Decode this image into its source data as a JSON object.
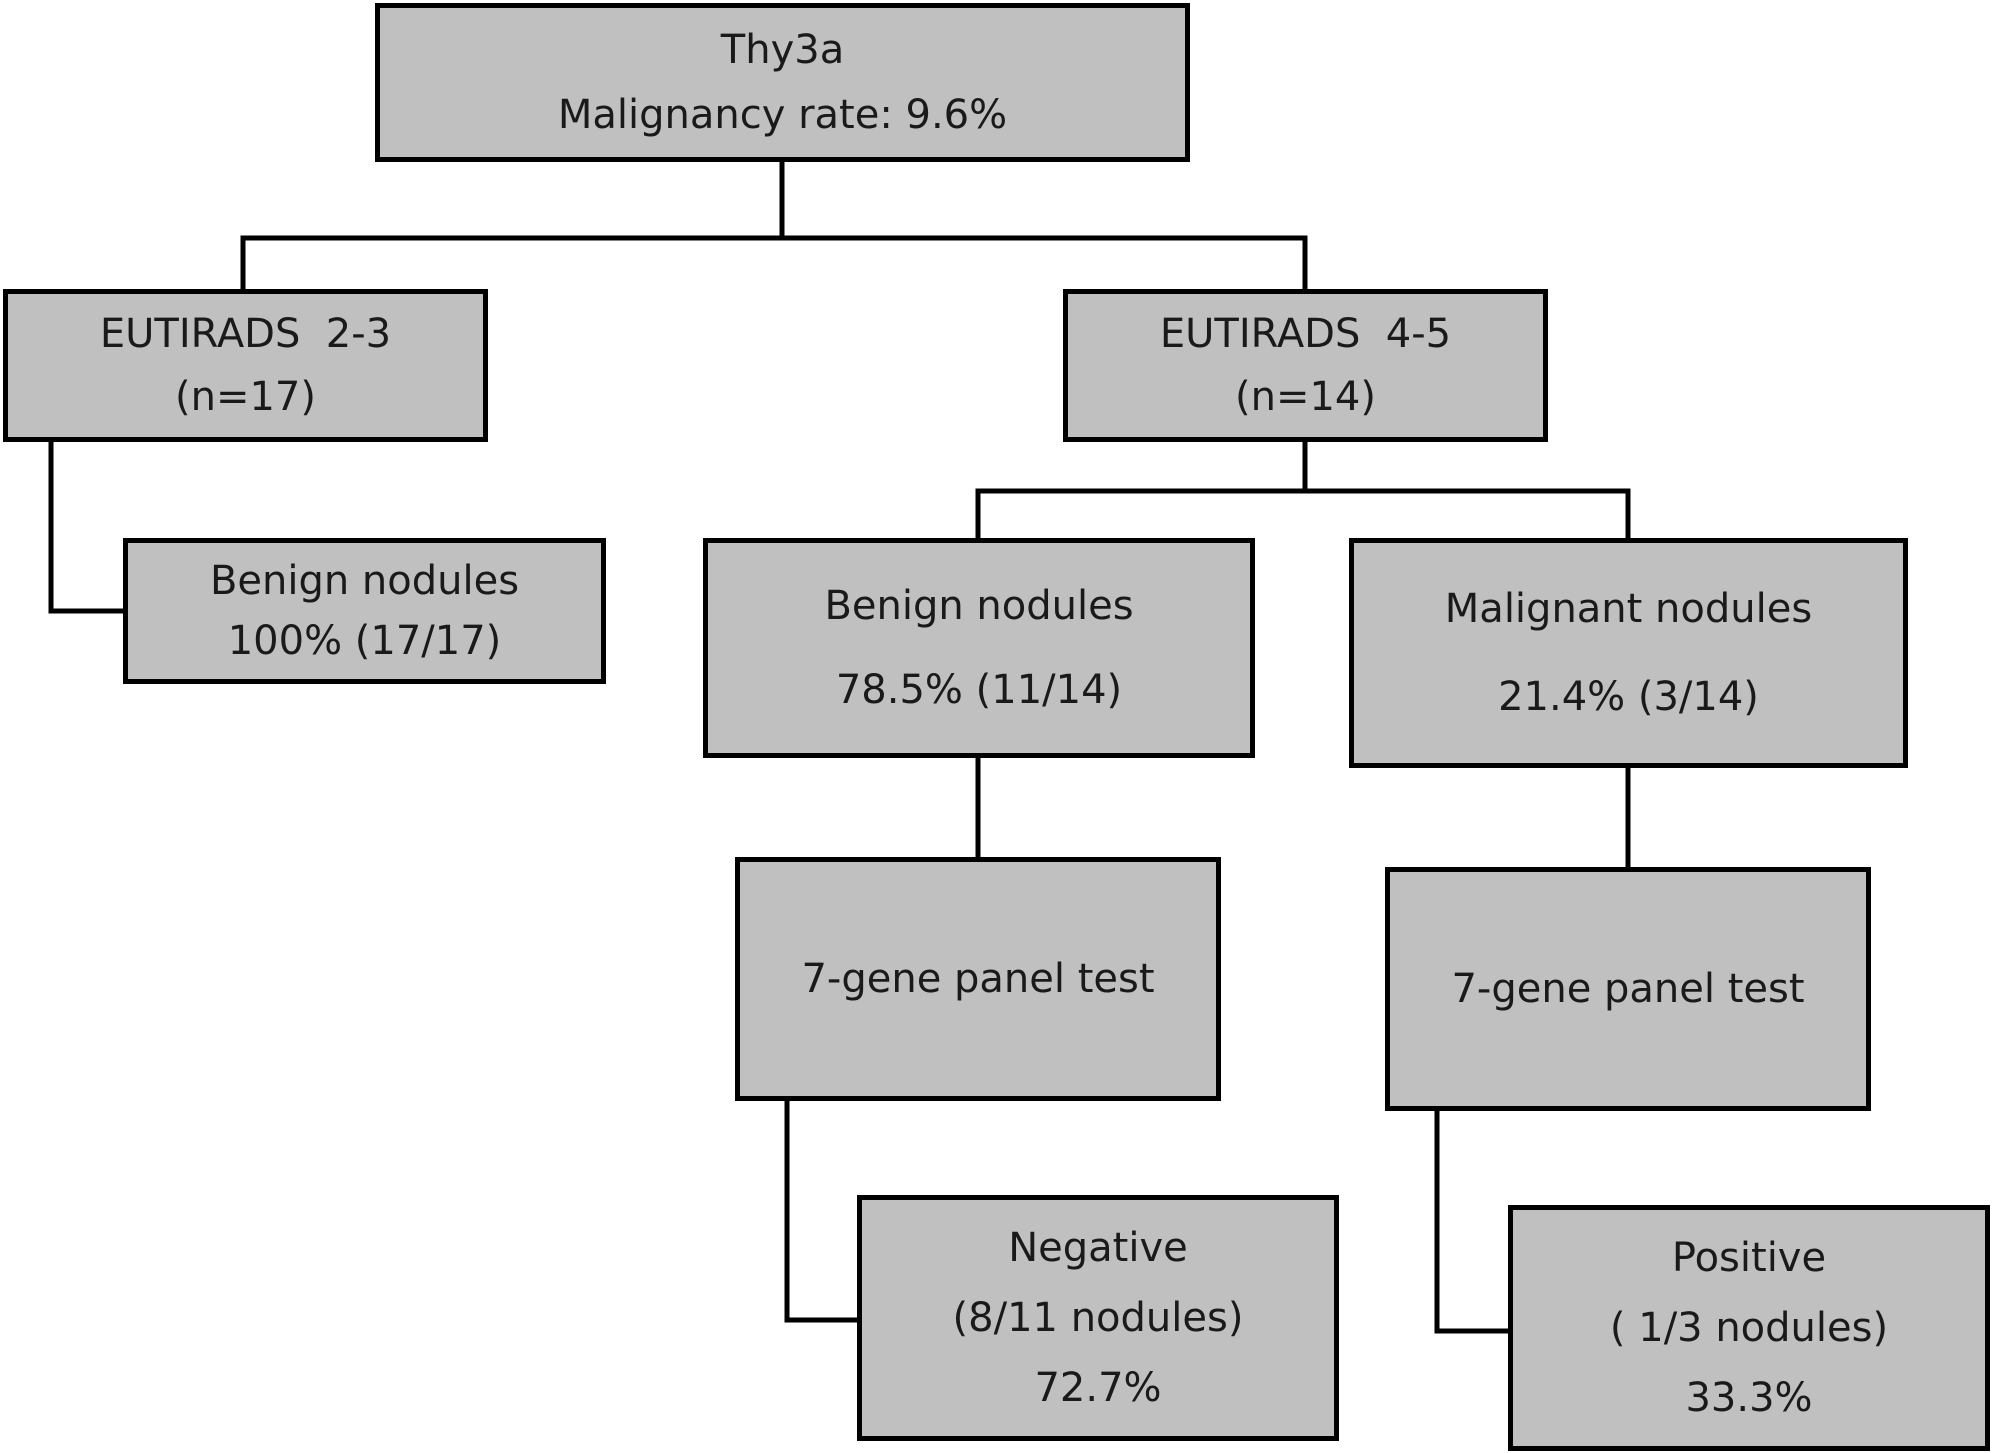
{
  "nodes": {
    "root": {
      "lines": [
        "Thy3a",
        "Malignancy rate: 9.6%"
      ]
    },
    "eu23": {
      "lines": [
        "EUTIRADS  2-3",
        "(n=17)"
      ]
    },
    "eu45": {
      "lines": [
        "EUTIRADS  4-5",
        "(n=14)"
      ]
    },
    "ben23": {
      "lines": [
        "Benign nodules",
        "100% (17/17)"
      ]
    },
    "ben45": {
      "lines": [
        "Benign nodules",
        "78.5% (11/14)"
      ]
    },
    "mal45": {
      "lines": [
        "Malignant nodules",
        "21.4% (3/14)"
      ]
    },
    "panelL": {
      "lines": [
        "7-gene panel test"
      ]
    },
    "panelR": {
      "lines": [
        "7-gene panel test"
      ]
    },
    "neg": {
      "lines": [
        "Negative",
        "(8/11 nodules)",
        "72.7%"
      ]
    },
    "pos": {
      "lines": [
        "Positive",
        "( 1/3 nodules)",
        "33.3%"
      ]
    }
  },
  "edges": [
    {
      "from": "root",
      "to": "eu23"
    },
    {
      "from": "root",
      "to": "eu45"
    },
    {
      "from": "eu23",
      "to": "ben23"
    },
    {
      "from": "eu45",
      "to": "ben45"
    },
    {
      "from": "eu45",
      "to": "mal45"
    },
    {
      "from": "ben45",
      "to": "panelL"
    },
    {
      "from": "mal45",
      "to": "panelR"
    },
    {
      "from": "panelL",
      "to": "neg"
    },
    {
      "from": "panelR",
      "to": "pos"
    }
  ],
  "colors": {
    "box_fill": "#c0c0c0",
    "box_border": "#000000",
    "connector": "#000000",
    "text": "#1a1a1a",
    "background": "#ffffff"
  }
}
